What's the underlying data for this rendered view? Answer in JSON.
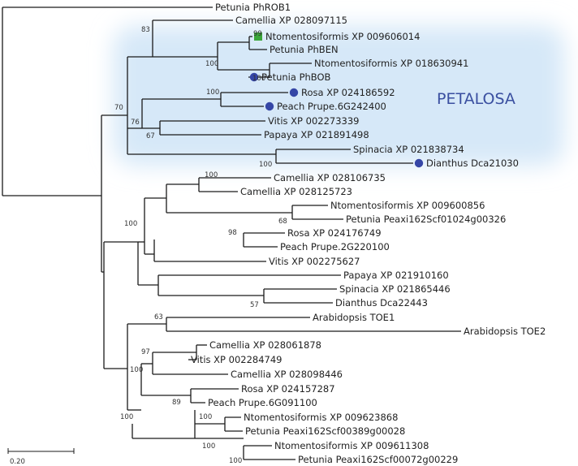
{
  "tree": {
    "leaves": [
      {
        "label": "Petunia PhROB1",
        "marker": "none"
      },
      {
        "label": "Camellia XP 028097115",
        "marker": "none"
      },
      {
        "label": "Ntomentosiformis XP 009606014",
        "marker": "green-square"
      },
      {
        "label": "Petunia PhBEN",
        "marker": "none"
      },
      {
        "label": "Ntomentosiformis XP 018630941",
        "marker": "none"
      },
      {
        "label": "Petunia PhBOB",
        "marker": "blue-circle"
      },
      {
        "label": "Rosa XP 024186592",
        "marker": "blue-circle"
      },
      {
        "label": "Peach Prupe.6G242400",
        "marker": "blue-circle"
      },
      {
        "label": "Vitis XP 002273339",
        "marker": "none"
      },
      {
        "label": "Papaya XP 021891498",
        "marker": "none"
      },
      {
        "label": "Spinacia XP 021838734",
        "marker": "none"
      },
      {
        "label": "Dianthus Dca21030",
        "marker": "blue-circle"
      },
      {
        "label": "Camellia XP 028106735",
        "marker": "none"
      },
      {
        "label": "Camellia XP 028125723",
        "marker": "none"
      },
      {
        "label": "Ntomentosiformis XP 009600856",
        "marker": "none"
      },
      {
        "label": "Petunia Peaxi162Scf01024g00326",
        "marker": "none"
      },
      {
        "label": "Rosa XP 024176749",
        "marker": "none"
      },
      {
        "label": "Peach Prupe.2G220100",
        "marker": "none"
      },
      {
        "label": "Vitis XP 002275627",
        "marker": "none"
      },
      {
        "label": "Papaya XP 021910160",
        "marker": "none"
      },
      {
        "label": "Spinacia XP 021865446",
        "marker": "none"
      },
      {
        "label": "Dianthus Dca22443",
        "marker": "none"
      },
      {
        "label": "Arabidopsis TOE1",
        "marker": "none"
      },
      {
        "label": "Arabidopsis TOE2",
        "marker": "none"
      },
      {
        "label": "Camellia XP 028061878",
        "marker": "none"
      },
      {
        "label": "Vitis XP 002284749",
        "marker": "none"
      },
      {
        "label": "Camellia XP 028098446",
        "marker": "none"
      },
      {
        "label": "Rosa XP 024157287",
        "marker": "none"
      },
      {
        "label": "Peach Prupe.6G091100",
        "marker": "none"
      },
      {
        "label": "Ntomentosiformis XP 009623868",
        "marker": "none"
      },
      {
        "label": "Petunia Peaxi162Scf00389g00028",
        "marker": "none"
      },
      {
        "label": "Ntomentosiformis XP 009611308",
        "marker": "none"
      },
      {
        "label": "Petunia Peaxi162Scf00072g00229",
        "marker": "none"
      }
    ],
    "bootstrap": [
      "83",
      "99",
      "100",
      "100",
      "70",
      "76",
      "67",
      "100",
      "100",
      "100",
      "68",
      "100",
      "98",
      "57",
      "63",
      "97",
      "100",
      "89",
      "100",
      "100"
    ],
    "clade_label": "PETALOSA",
    "scale_bar": "0.20",
    "colors": {
      "branch": "#1a1a1a",
      "highlight": "#d6e8f8",
      "blue_marker": "#3546a6",
      "green_marker": "#3aa63a",
      "clade_text": "#3a4fa0"
    }
  }
}
